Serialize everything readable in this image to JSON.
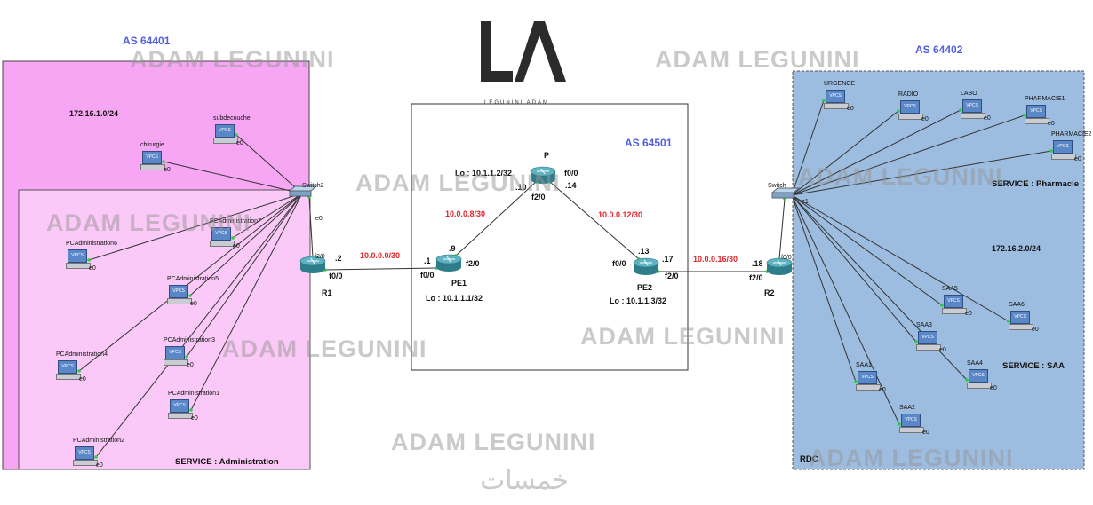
{
  "logo": {
    "mark": "LA",
    "caption": "LEGUNINI ADAM"
  },
  "watermark": {
    "text": "ADAM LEGUNINI",
    "arabic": "خمسات"
  },
  "zones": {
    "left": {
      "as": "AS 64401",
      "network": "172.16.1.0/24",
      "service": "SERVICE : Administration"
    },
    "core": {
      "as": "AS 64501"
    },
    "right": {
      "as": "AS 64402",
      "network": "172.16.2.0/24",
      "service_pharmacie": "SERVICE : Pharmacie",
      "service_saa": "SERVICE : SAA",
      "rdc": "RDC"
    }
  },
  "routers": {
    "r1": {
      "name": "R1"
    },
    "pe1": {
      "name": "PE1",
      "loopback": "Lo : 10.1.1.1/32"
    },
    "p": {
      "name": "P",
      "loopback": "Lo : 10.1.1.2/32"
    },
    "pe2": {
      "name": "PE2",
      "loopback": "Lo : 10.1.1.3/32"
    },
    "r2": {
      "name": "R2"
    }
  },
  "switches": {
    "sw_left": "Switch2",
    "sw_right": "Switch"
  },
  "links": {
    "r1_pe1": {
      "subnet": "10.0.0.0/30",
      "a_ip": ".2",
      "a_if": "f0/0",
      "b_ip": ".1",
      "b_if": "f0/0"
    },
    "pe1_p": {
      "subnet": "10.0.0.8/30",
      "a_ip": ".9",
      "a_if": "f2/0",
      "b_ip": ".10",
      "b_if": "f2/0"
    },
    "p_pe2": {
      "subnet": "10.0.0.12/30",
      "a_ip": ".14",
      "a_if": "f0/0",
      "b_ip": ".13",
      "b_if": "f0/0"
    },
    "pe2_r2": {
      "subnet": "10.0.0.16/30",
      "a_ip": ".17",
      "a_if": "f2/0",
      "b_ip": ".18",
      "b_if": "f2/0"
    },
    "r1_sw": {
      "r_if": "f2/0",
      "sw_if": "e0"
    },
    "r2_sw": {
      "r_if": "f0/0",
      "sw_if": "e1"
    }
  },
  "hosts_left": [
    {
      "name": "subdecouche",
      "port": "e0"
    },
    {
      "name": "chirurgie",
      "port": "e0"
    },
    {
      "name": "PCAdministration6",
      "port": "e0"
    },
    {
      "name": "PCAdministration7",
      "port": "e0"
    },
    {
      "name": "PCAdministration5",
      "port": "e0"
    },
    {
      "name": "PCAdministration4",
      "port": "e0"
    },
    {
      "name": "PCAdministration3",
      "port": "e0"
    },
    {
      "name": "PCAdministration1",
      "port": "e0"
    },
    {
      "name": "PCAdministration2",
      "port": "e0"
    }
  ],
  "hosts_right": [
    {
      "name": "URGENCE",
      "port": "e0"
    },
    {
      "name": "RADIO",
      "port": "e0"
    },
    {
      "name": "LABO",
      "port": "e0"
    },
    {
      "name": "PHARMACIE1",
      "port": "e0"
    },
    {
      "name": "PHARMACIE2",
      "port": "e0"
    },
    {
      "name": "SAA5",
      "port": "e0"
    },
    {
      "name": "SAA6",
      "port": "e0"
    },
    {
      "name": "SAA3",
      "port": "e0"
    },
    {
      "name": "SAA4",
      "port": "e0"
    },
    {
      "name": "SAA1",
      "port": "e0"
    },
    {
      "name": "SAA2",
      "port": "e0"
    }
  ],
  "pc_label": "VPCS",
  "colors": {
    "left_outer": "#f7a6f3",
    "left_inner": "#fbc9f7",
    "right_zone": "#9dbde0",
    "as_label": "#4f5fe0",
    "subnet_label": "#e8232a",
    "router": "#3d8e9c"
  }
}
